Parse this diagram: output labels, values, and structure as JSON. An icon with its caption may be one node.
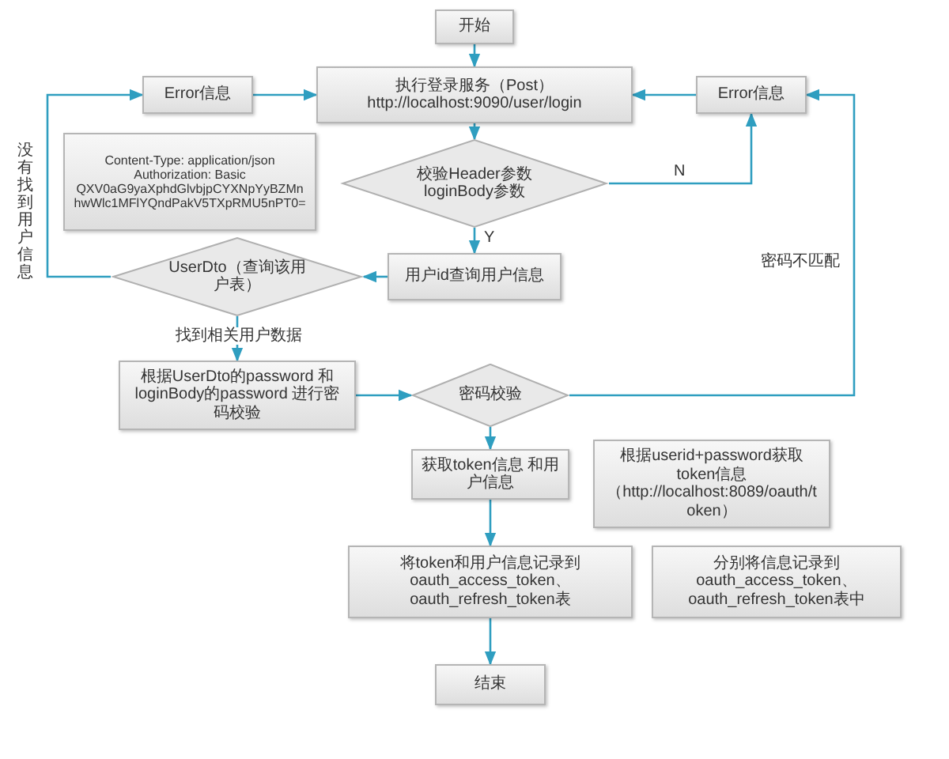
{
  "diagram": {
    "nodes": [
      {
        "text": [
          "开始"
        ]
      },
      {
        "text": [
          "执行登录服务（Post） http://localhost:9090/user/login"
        ]
      },
      {
        "text": [
          "Error信息"
        ]
      },
      {
        "text": [
          "Error信息"
        ]
      },
      {
        "text": [
          "Content-Type: application/json Authorization: Basic QXV0aG9yaXphdGlvbjpCYXNpYyBZMnhwWlc1MFlYQndPakV5TXpRMU5nPT0="
        ]
      },
      {
        "text": [
          "校验Header参数 loginBody参数"
        ]
      },
      {
        "text": [
          "用户id查询用户信息"
        ]
      },
      {
        "text": [
          "UserDto（查询该用户表）"
        ]
      },
      {
        "text": [
          "根据UserDto的password 和loginBody的password 进行密码校验"
        ]
      },
      {
        "text": [
          "密码校验"
        ]
      },
      {
        "text": [
          "获取token信息 和用户信息"
        ]
      },
      {
        "text": [
          "根据userid+password获取token信息（http://localhost:8089/oauth/token）"
        ]
      },
      {
        "text": [
          "将token和用户信息记录到 oauth_access_token、oauth_refresh_token表"
        ]
      },
      {
        "text": [
          "分别将信息记录到 oauth_access_token、oauth_refresh_token表中"
        ]
      },
      {
        "text": [
          "结束"
        ]
      }
    ],
    "edges": [
      {
        "from": 0,
        "to": 1,
        "arrow": "to"
      },
      {
        "from": 1,
        "to": 5,
        "arrow": "to"
      },
      {
        "from": 5,
        "to": 3,
        "arrow": "to",
        "label": "N"
      },
      {
        "from": 3,
        "to": 1,
        "arrow": "to"
      },
      {
        "from": 2,
        "to": 1,
        "arrow": "to"
      },
      {
        "from": 5,
        "to": 6,
        "arrow": "to",
        "label": "Y"
      },
      {
        "from": 6,
        "to": 7,
        "arrow": "to"
      },
      {
        "from": 7,
        "to": 2,
        "arrow": "to",
        "label": "没有找到用户信息"
      },
      {
        "from": 7,
        "to": 8,
        "arrow": "to",
        "label": "找到相关用户数据"
      },
      {
        "from": 8,
        "to": 9,
        "arrow": "to"
      },
      {
        "from": 9,
        "to": 3,
        "arrow": "to",
        "label": "密码不匹配"
      },
      {
        "from": 9,
        "to": 10,
        "arrow": "to"
      },
      {
        "from": 10,
        "to": 12,
        "arrow": "to"
      },
      {
        "from": 12,
        "to": 14,
        "arrow": "to"
      }
    ]
  }
}
